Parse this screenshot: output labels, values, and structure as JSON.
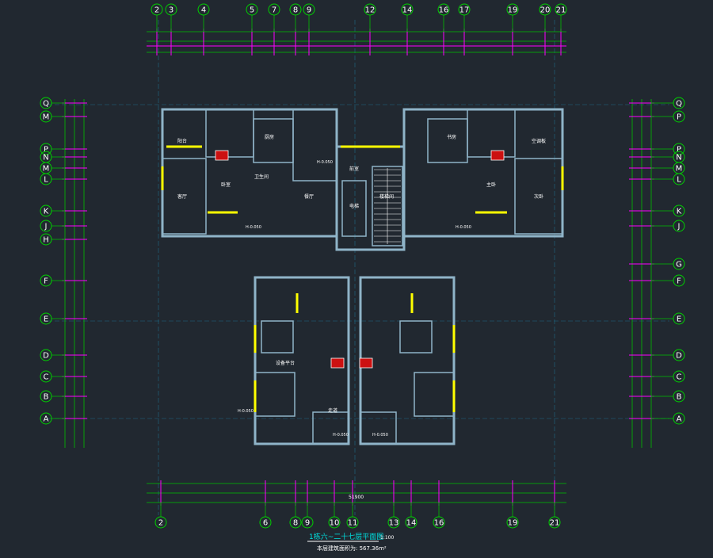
{
  "drawing": {
    "title": "1栋六~二十七层平面图",
    "scale": "1:100",
    "area_note": "本层建筑面积为: 567.36m²",
    "overall_width": "51900"
  },
  "axes": {
    "top": [
      "2",
      "3",
      "4",
      "5",
      "7",
      "8",
      "9",
      "12",
      "14",
      "16",
      "17",
      "19",
      "20",
      "21"
    ],
    "bottom": [
      "2",
      "6",
      "8",
      "9",
      "10",
      "11",
      "13",
      "14",
      "16",
      "19",
      "21"
    ],
    "left": [
      "Q",
      "M",
      "P",
      "N",
      "M",
      "L",
      "K",
      "J",
      "H",
      "F",
      "E",
      "D",
      "C",
      "B",
      "A"
    ],
    "right": [
      "Q",
      "P",
      "P",
      "N",
      "M",
      "L",
      "K",
      "J",
      "G",
      "F",
      "E",
      "D",
      "C",
      "B",
      "A"
    ]
  },
  "room_labels": [
    "卧室",
    "客厅",
    "厨房",
    "卫生间",
    "阳台",
    "餐厅",
    "楼梯间",
    "电梯",
    "前室",
    "主卧",
    "次卧",
    "书房",
    "空调板",
    "设备平台",
    "走道"
  ],
  "elevation_labels": [
    "H-0.050",
    "H-0.050",
    "H-0.050",
    "H-0.050",
    "H-0.050",
    "H-0.050"
  ]
}
